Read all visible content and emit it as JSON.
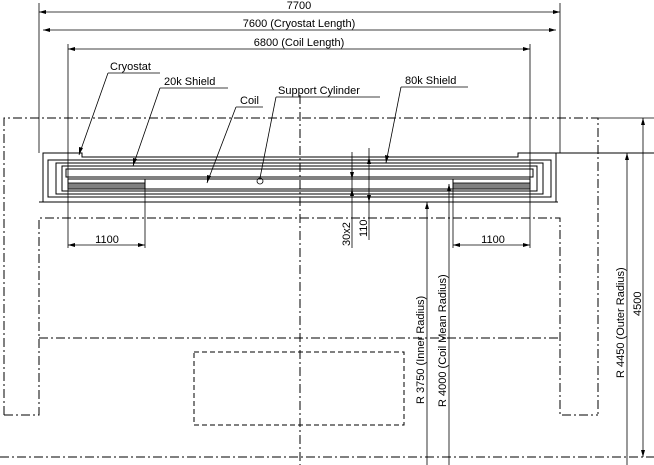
{
  "dimensions": {
    "overall": "7700",
    "cryostat_length": "7600 (Cryostat Length)",
    "coil_length": "6800 (Coil Length)",
    "left_gap": "1100",
    "right_gap": "1100",
    "thickness_a": "30x2",
    "thickness_b": "110",
    "inner_radius": "R 3750 (Inner Radius)",
    "coil_mean_radius": "R 4000 (Coil Mean Radius)",
    "outer_radius": "R 4450 (Outer Radius)",
    "height_total": "4500"
  },
  "labels": {
    "cryostat": "Cryostat",
    "shield_20k": "20k Shield",
    "coil": "Coil",
    "support_cylinder": "Support Cylinder",
    "shield_80k": "80k Shield"
  }
}
